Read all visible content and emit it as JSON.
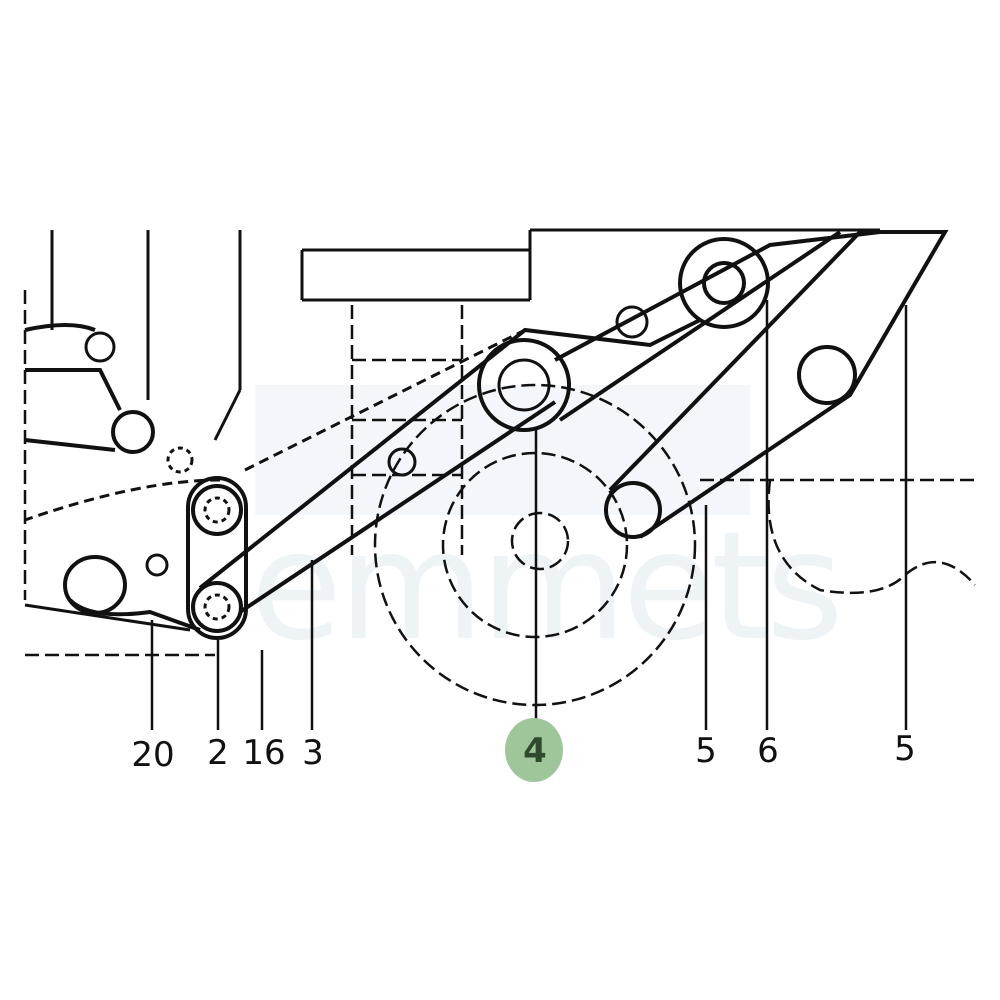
{
  "watermark": "emmets",
  "labels": [
    "20",
    "2",
    "16",
    "3",
    "4",
    "5",
    "6",
    "5"
  ],
  "highlighted_label": "4",
  "colors": {
    "highlight": "#9fc69a",
    "line": "#111111",
    "watermark_band": "#eaf1f7"
  }
}
